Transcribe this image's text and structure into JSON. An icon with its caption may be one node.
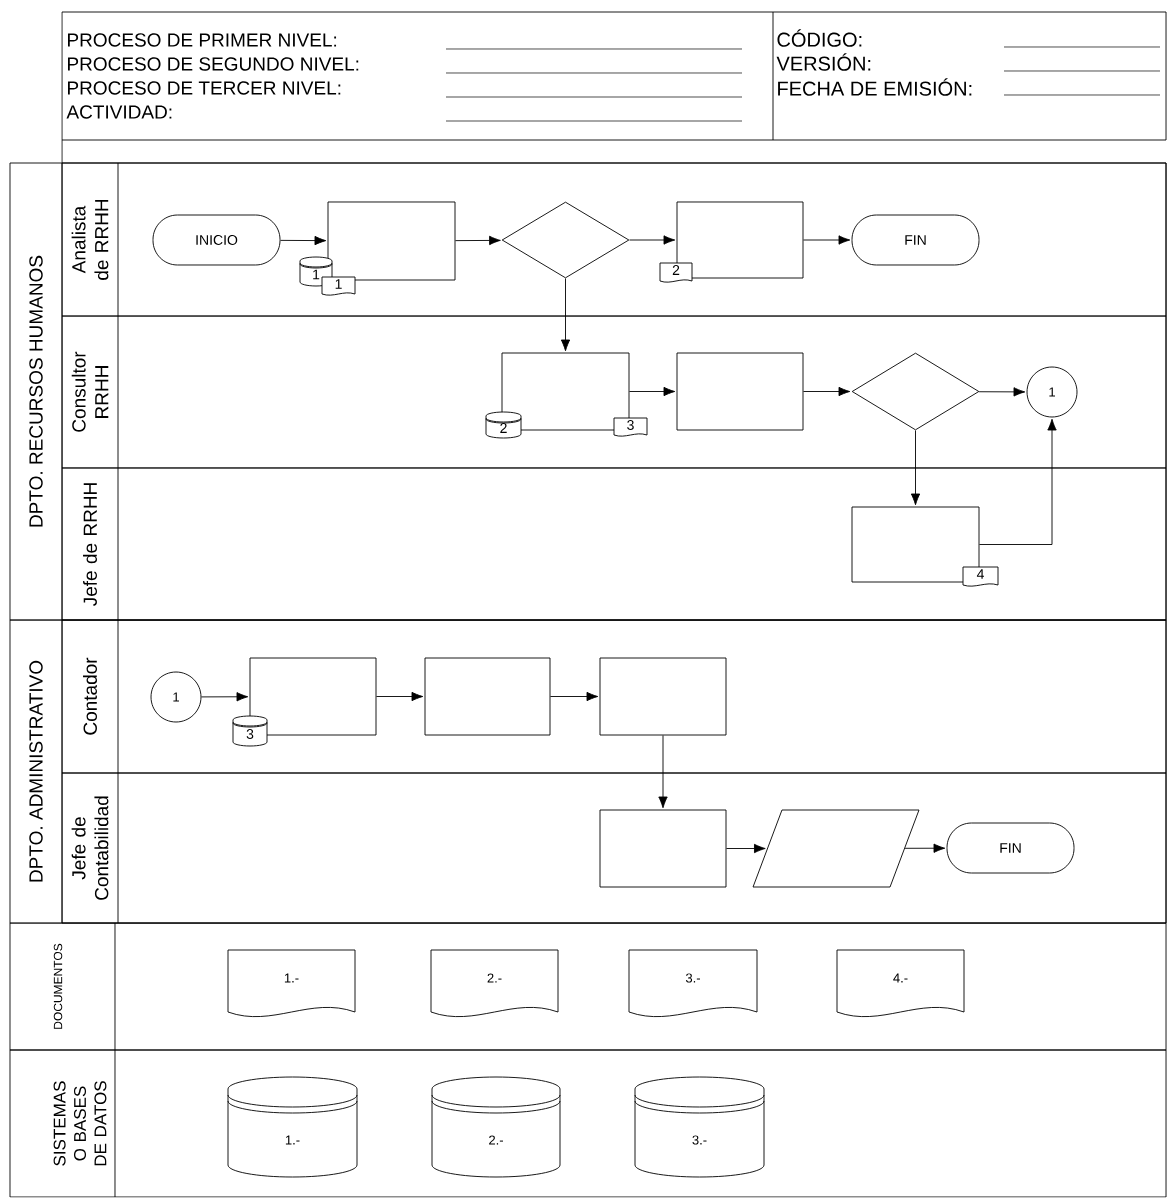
{
  "diagram": {
    "nodes": [
      {
        "text": [
          "DPTO. RECURSOS HUMANOS"
        ]
      },
      {
        "text": [
          "Analista de RRHH"
        ],
        "in": 0
      },
      {
        "text": [
          "INICIO"
        ],
        "in": 1
      },
      {
        "text": [],
        "shape": "box",
        "in": 1
      },
      {
        "text": [],
        "shape": "diamond",
        "in": 1
      },
      {
        "text": [],
        "shape": "box",
        "in": 1
      },
      {
        "text": [
          "FIN"
        ],
        "in": 1
      },
      {
        "text": [
          "1"
        ],
        "in": 1
      },
      {
        "text": [
          "1"
        ],
        "in": 1
      },
      {
        "text": [
          "2"
        ],
        "in": 1
      },
      {
        "text": [
          "Consultor RRHH"
        ],
        "in": 0
      },
      {
        "text": [],
        "shape": "box",
        "in": 10
      },
      {
        "text": [],
        "shape": "box",
        "in": 10
      },
      {
        "text": [],
        "shape": "diamond",
        "in": 10
      },
      {
        "text": [
          "1"
        ],
        "in": 10
      },
      {
        "text": [
          "2"
        ],
        "in": 10
      },
      {
        "text": [
          "3"
        ],
        "in": 10
      },
      {
        "text": [
          "Jefe de RRHH"
        ],
        "in": 0
      },
      {
        "text": [],
        "shape": "box",
        "in": 17
      },
      {
        "text": [
          "4"
        ],
        "in": 17
      },
      {
        "text": [
          "DPTO. ADMINISTRATIVO"
        ]
      },
      {
        "text": [
          "Contador"
        ],
        "in": 20
      },
      {
        "text": [
          "1"
        ],
        "in": 21
      },
      {
        "text": [],
        "shape": "box",
        "in": 21
      },
      {
        "text": [],
        "shape": "box",
        "in": 21
      },
      {
        "text": [],
        "shape": "box",
        "in": 21
      },
      {
        "text": [
          "3"
        ],
        "in": 21
      },
      {
        "text": [
          "Jefe de Contabilidad"
        ],
        "in": 20
      },
      {
        "text": [],
        "shape": "box",
        "in": 27
      },
      {
        "text": [],
        "shape": "parallelogram",
        "in": 27
      },
      {
        "text": [
          "FIN"
        ],
        "in": 27
      },
      {
        "text": [
          "DOCUMENTOS"
        ]
      },
      {
        "text": [
          "1.-"
        ],
        "in": 31
      },
      {
        "text": [
          "2.-"
        ],
        "in": 31
      },
      {
        "text": [
          "3.-"
        ],
        "in": 31
      },
      {
        "text": [
          "4.-"
        ],
        "in": 31
      },
      {
        "text": [
          "SISTEMAS O BASES DE DATOS"
        ]
      },
      {
        "text": [
          "1.-"
        ],
        "in": 36
      },
      {
        "text": [
          "2.-"
        ],
        "in": 36
      },
      {
        "text": [
          "3.-"
        ],
        "in": 36
      }
    ],
    "edges": [
      {
        "from": 2,
        "to": 3,
        "arrow": "to"
      },
      {
        "from": 3,
        "to": 4,
        "arrow": "to"
      },
      {
        "from": 4,
        "to": 5,
        "arrow": "to"
      },
      {
        "from": 5,
        "to": 6,
        "arrow": "to"
      },
      {
        "from": 4,
        "to": 11,
        "arrow": "to"
      },
      {
        "from": 11,
        "to": 12,
        "arrow": "to"
      },
      {
        "from": 12,
        "to": 13,
        "arrow": "to"
      },
      {
        "from": 13,
        "to": 14,
        "arrow": "to"
      },
      {
        "from": 13,
        "to": 18,
        "arrow": "to"
      },
      {
        "from": 18,
        "to": 14,
        "arrow": "to"
      },
      {
        "from": 22,
        "to": 23,
        "arrow": "to"
      },
      {
        "from": 23,
        "to": 24,
        "arrow": "to"
      },
      {
        "from": 24,
        "to": 25,
        "arrow": "to"
      },
      {
        "from": 25,
        "to": 28,
        "arrow": "to"
      },
      {
        "from": 28,
        "to": 29,
        "arrow": "to"
      },
      {
        "from": 29,
        "to": 30,
        "arrow": "to"
      }
    ],
    "labels": [
      "PROCESO DE PRIMER NIVEL:",
      "PROCESO DE SEGUNDO NIVEL:",
      "PROCESO DE TERCER NIVEL:",
      "ACTIVIDAD:",
      "CÓDIGO:",
      "VERSIÓN:",
      "FECHA DE EMISIÓN:"
    ]
  }
}
